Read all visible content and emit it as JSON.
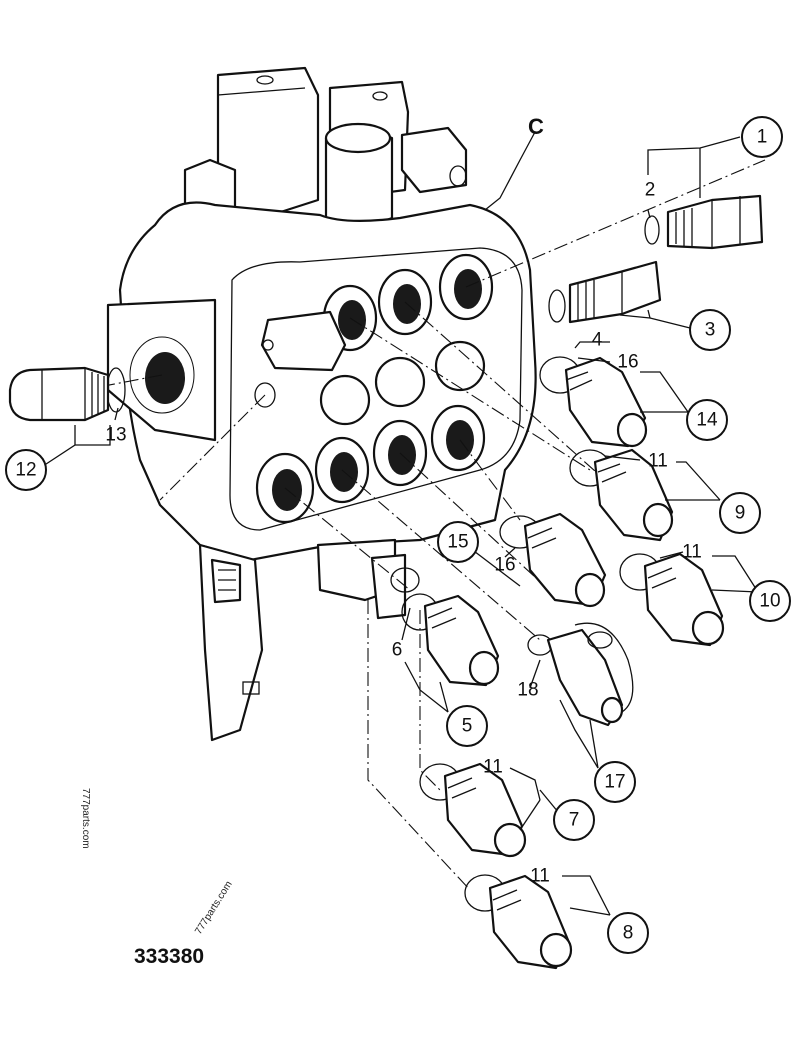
{
  "figure": {
    "drawing_number": "333380",
    "section_letter": "C",
    "watermarks": [
      "777parts.com",
      "777parts.com"
    ]
  },
  "callouts": [
    {
      "id": "c1",
      "label": "1"
    },
    {
      "id": "c3",
      "label": "3"
    },
    {
      "id": "c5",
      "label": "5"
    },
    {
      "id": "c7",
      "label": "7"
    },
    {
      "id": "c8",
      "label": "8"
    },
    {
      "id": "c9",
      "label": "9"
    },
    {
      "id": "c10",
      "label": "10"
    },
    {
      "id": "c12",
      "label": "12"
    },
    {
      "id": "c14",
      "label": "14"
    },
    {
      "id": "c15",
      "label": "15"
    },
    {
      "id": "c17",
      "label": "17"
    }
  ],
  "labels": [
    {
      "id": "l2",
      "label": "2"
    },
    {
      "id": "l4",
      "label": "4"
    },
    {
      "id": "l6",
      "label": "6"
    },
    {
      "id": "l11a",
      "label": "11"
    },
    {
      "id": "l11b",
      "label": "11"
    },
    {
      "id": "l11c",
      "label": "11"
    },
    {
      "id": "l11d",
      "label": "11"
    },
    {
      "id": "l13",
      "label": "13"
    },
    {
      "id": "l16a",
      "label": "16"
    },
    {
      "id": "l16b",
      "label": "16"
    },
    {
      "id": "l18",
      "label": "18"
    }
  ]
}
